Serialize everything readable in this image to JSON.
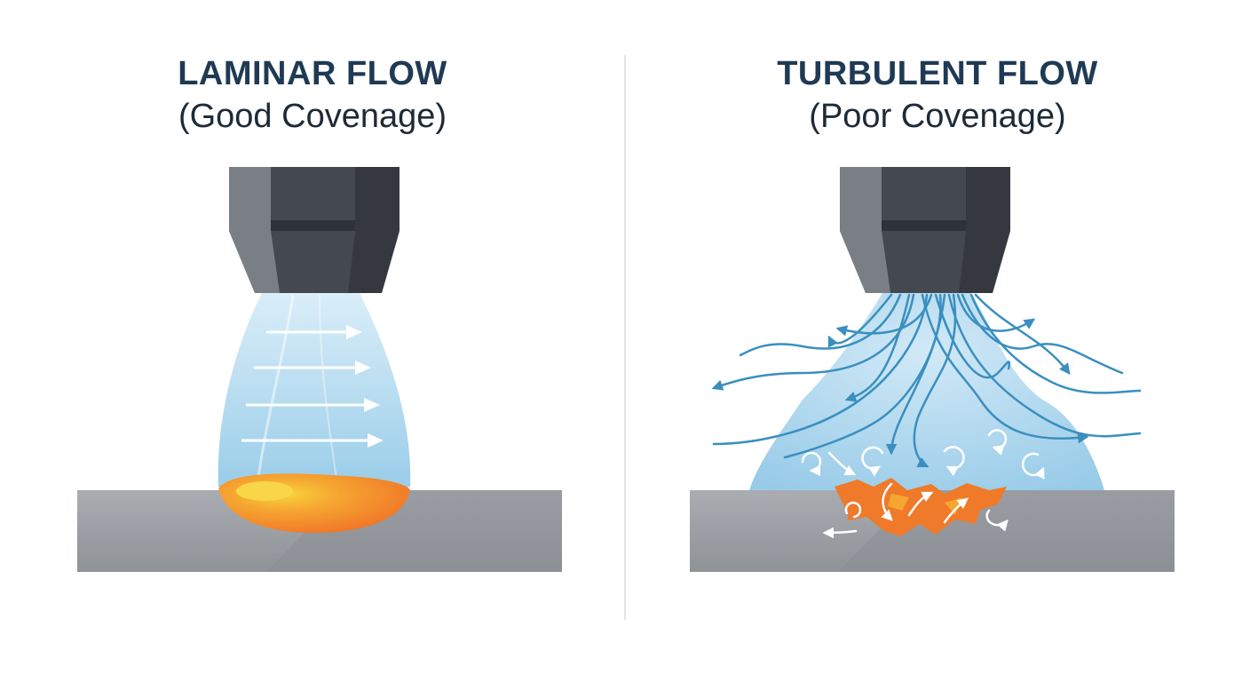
{
  "left": {
    "title": "LAMINAR FLOW",
    "subtitle": "(Good Covenage)"
  },
  "right": {
    "title": "TURBULENT FLOW",
    "subtitle": "(Poor Covenage)"
  },
  "colors": {
    "title": "#1f3a54",
    "nozzle_dark": "#3a3f46",
    "nozzle_mid": "#5c6168",
    "gas_blue": "#8fc9e8",
    "plate": "#9a9ea3",
    "weld_orange": "#f07a2a",
    "weld_yellow": "#f7c83a",
    "arrow_blue": "#3a8fbf"
  }
}
